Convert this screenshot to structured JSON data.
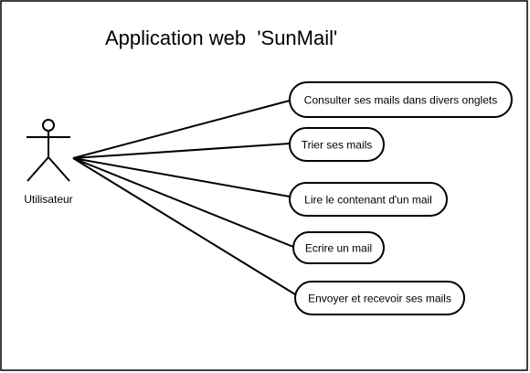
{
  "diagram": {
    "title": "Application web  'SunMail'",
    "actor": {
      "label": "Utilisateur"
    },
    "use_cases": [
      {
        "label": "Consulter ses mails dans divers onglets"
      },
      {
        "label": "Trier ses mails"
      },
      {
        "label": "Lire le contenant d'un mail"
      },
      {
        "label": "Ecrire un mail"
      },
      {
        "label": "Envoyer et recevoir ses mails"
      }
    ]
  }
}
